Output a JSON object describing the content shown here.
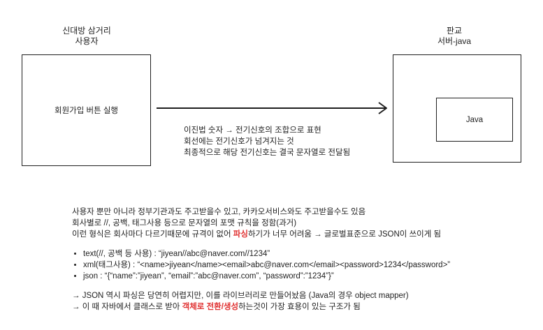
{
  "client": {
    "caption_line1": "신대방 삼거리",
    "caption_line2": "사용자",
    "box_label": "회원가입 버튼 실행"
  },
  "server": {
    "caption_line1": "판교",
    "caption_line2": "서버-java",
    "inner_box_label": "Java"
  },
  "arrow_note": [
    "이진법 숫자 → 전기신호의 조합으로 표현",
    "회선에는 전기신호가 넘겨지는 것",
    "최종적으로 해당 전기신호는 결국 문자열로 전달됨"
  ],
  "notes": {
    "line1": "사용자 뿐만 아니라 정부기관과도 주고받을수 있고, 카카오서비스와도 주고받을수도 있음",
    "line2": "회사별로 //, 공백, 태그사용 등으로 문자열의 포맷 규칙을 정함(과거)",
    "line3_before": "이런 형식은 회사마다 다르기때문에 규격이 없어 ",
    "line3_highlight": "파싱",
    "line3_after": "하기가 너무 어려움 → 글로벌표준으로 JSON이 쓰이게 됨",
    "bullets": [
      "text(//, 공백 등 사용) : “jiyean//abc@naver.com//1234”",
      "xml(태그사용) : “<name>jiyean</name><email>abc@naver.com</email><password>1234</password>”",
      "json : “{“name”:”jiyean”, “email”:”abc@naver.com”, “password”:”1234”}”"
    ],
    "line4": "→ JSON 역시 파싱은 당연히 어렵지만, 이를 라이브러리로 만들어놨음 (Java의 경우 object mapper)",
    "line5_before": "→ 이 때 자바에서 클래스로 받아 ",
    "line5_highlight": "객체로 전환/생성",
    "line5_after": "하는것이 가장 효용이 있는 구조가 됨"
  },
  "colors": {
    "stroke": "#1e1e1e",
    "highlight": "#e03131"
  }
}
